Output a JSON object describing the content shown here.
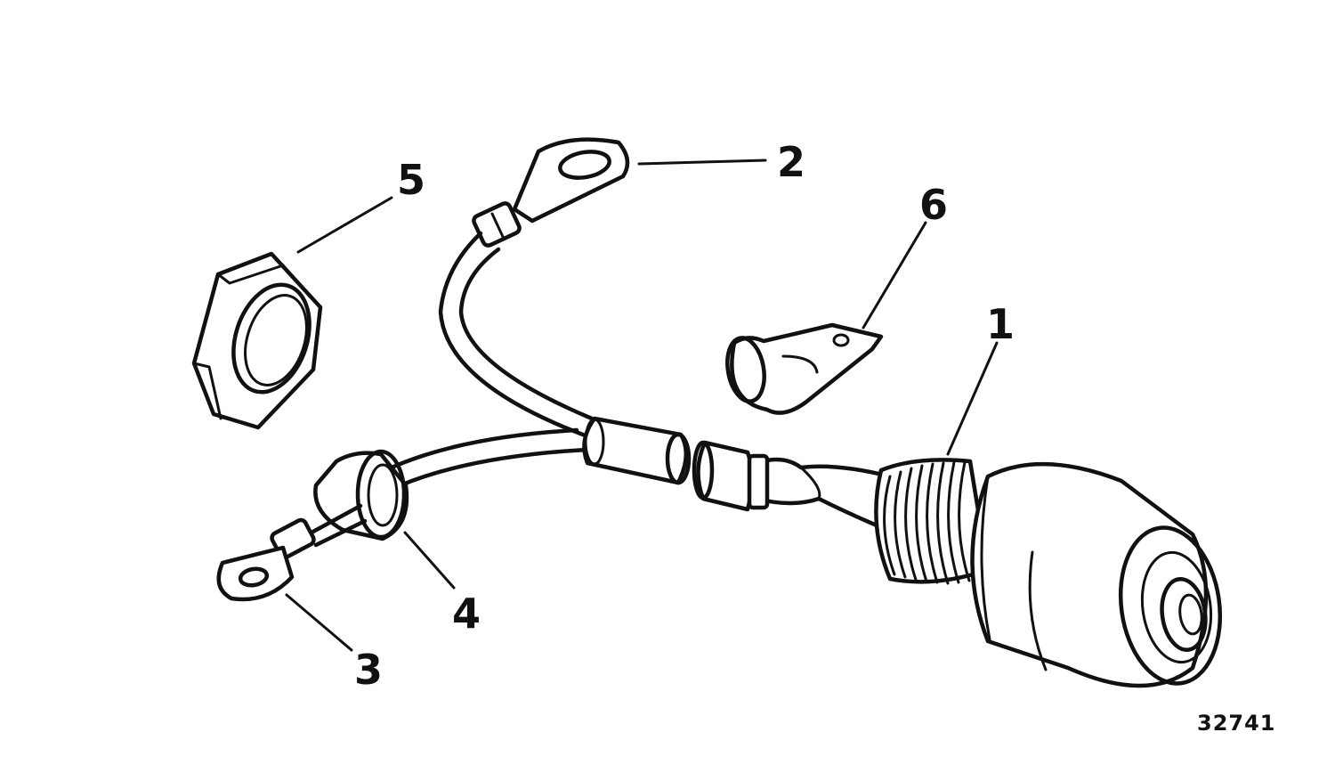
{
  "callouts": [
    {
      "label": "1"
    },
    {
      "label": "2"
    },
    {
      "label": "3"
    },
    {
      "label": "4"
    },
    {
      "label": "5"
    },
    {
      "label": "6"
    }
  ],
  "figure_id": "32741",
  "ink_color": "#111111",
  "background_color": "#ffffff"
}
